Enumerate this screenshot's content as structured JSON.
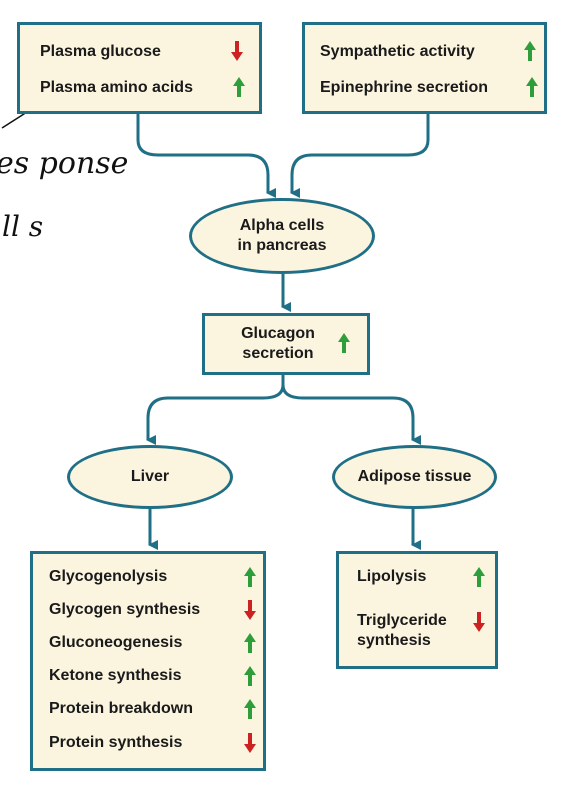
{
  "colors": {
    "up": "#2e9e3a",
    "down": "#cc2222",
    "border": "#1f6f86",
    "fill": "#fbf5e0"
  },
  "top_left": {
    "rows": [
      {
        "label": "Plasma glucose",
        "dir": "down"
      },
      {
        "label": "Plasma amino acids",
        "dir": "up"
      }
    ]
  },
  "top_right": {
    "rows": [
      {
        "label": "Sympathetic activity",
        "dir": "up"
      },
      {
        "label": "Epinephrine secretion",
        "dir": "up"
      }
    ]
  },
  "alpha_cells": {
    "line1": "Alpha cells",
    "line2": "in pancreas"
  },
  "glucagon": {
    "line1": "Glucagon",
    "line2": "secretion",
    "dir": "up"
  },
  "liver": {
    "label": "Liver"
  },
  "adipose": {
    "label": "Adipose tissue"
  },
  "liver_effects": {
    "rows": [
      {
        "label": "Glycogenolysis",
        "dir": "up"
      },
      {
        "label": "Glycogen synthesis",
        "dir": "down"
      },
      {
        "label": "Gluconeogenesis",
        "dir": "up"
      },
      {
        "label": "Ketone synthesis",
        "dir": "up"
      },
      {
        "label": "Protein breakdown",
        "dir": "up"
      },
      {
        "label": "Protein synthesis",
        "dir": "down"
      }
    ]
  },
  "adipose_effects": {
    "rows": [
      {
        "label": "Lipolysis",
        "dir": "up"
      },
      {
        "label": "Triglyceride",
        "label2": "synthesis",
        "dir": "down"
      }
    ]
  },
  "handwriting": {
    "line1": "es ponse",
    "line2": "ll s"
  }
}
